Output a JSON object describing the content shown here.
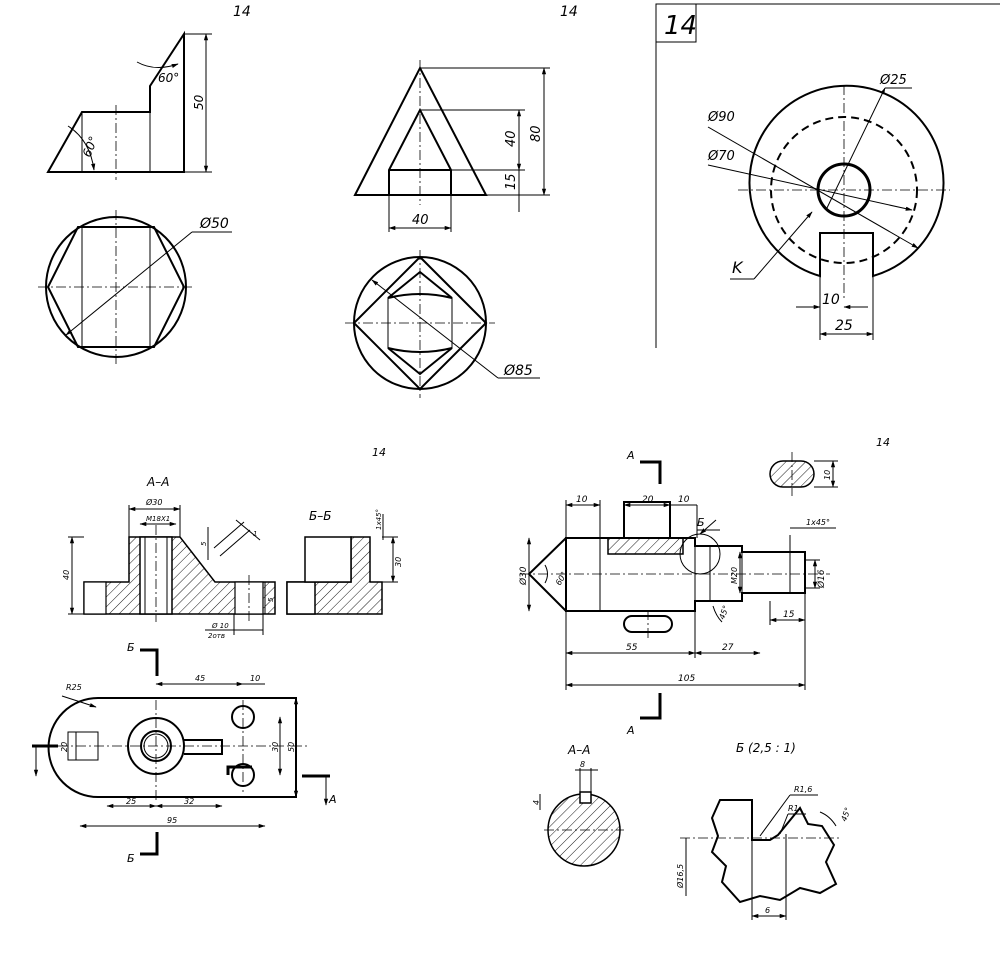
{
  "sheet_numbers": [
    "14",
    "14",
    "14",
    "14",
    "14"
  ],
  "task_tl": {
    "angle_top": "60°",
    "angle_left": "60°",
    "height": "50",
    "diameter": "Ø50"
  },
  "task_tm": {
    "dim_40_v": "40",
    "dim_80": "80",
    "dim_15": "15",
    "dim_40_h": "40",
    "diameter": "Ø85"
  },
  "task_tr": {
    "d25": "Ø25",
    "d90": "Ø90",
    "d70": "Ø70",
    "point_k": "K",
    "w10": "10",
    "w25": "25"
  },
  "task_bl": {
    "section_aa": "А–А",
    "section_bb": "Б–Б",
    "d30": "Ø30",
    "thread": "M18X1",
    "h40": "40",
    "h5a": "5",
    "h5b": "5",
    "h30": "30",
    "chamfer": "1x45°",
    "one": "1",
    "hole_d": "Ø 10",
    "holes_count": "2отв",
    "radius": "R25",
    "cut_b": "Б",
    "cut_a": "А",
    "w45": "45",
    "w10": "10",
    "w20": "20",
    "w30": "30",
    "w50": "50",
    "w25": "25",
    "w32": "32",
    "w95": "95"
  },
  "task_br": {
    "cut_a": "А",
    "leader_b": "Б",
    "w10a": "10",
    "w20": "20",
    "w10b": "10",
    "chamfer": "1x45°",
    "d30": "Ø30",
    "angle60": "60°",
    "m20": "M20",
    "d16": "Ø16",
    "angle45": "45°",
    "w55": "55",
    "w27": "27",
    "w15": "15",
    "w105": "105",
    "w10c": "10",
    "section_aa": "А–А",
    "w8": "8",
    "w4": "4",
    "detail_b": "Б (2,5 : 1)",
    "r16": "R1,6",
    "r1": "R1",
    "angle45b": "45°",
    "d165": "Ø16,5",
    "w6": "6"
  }
}
